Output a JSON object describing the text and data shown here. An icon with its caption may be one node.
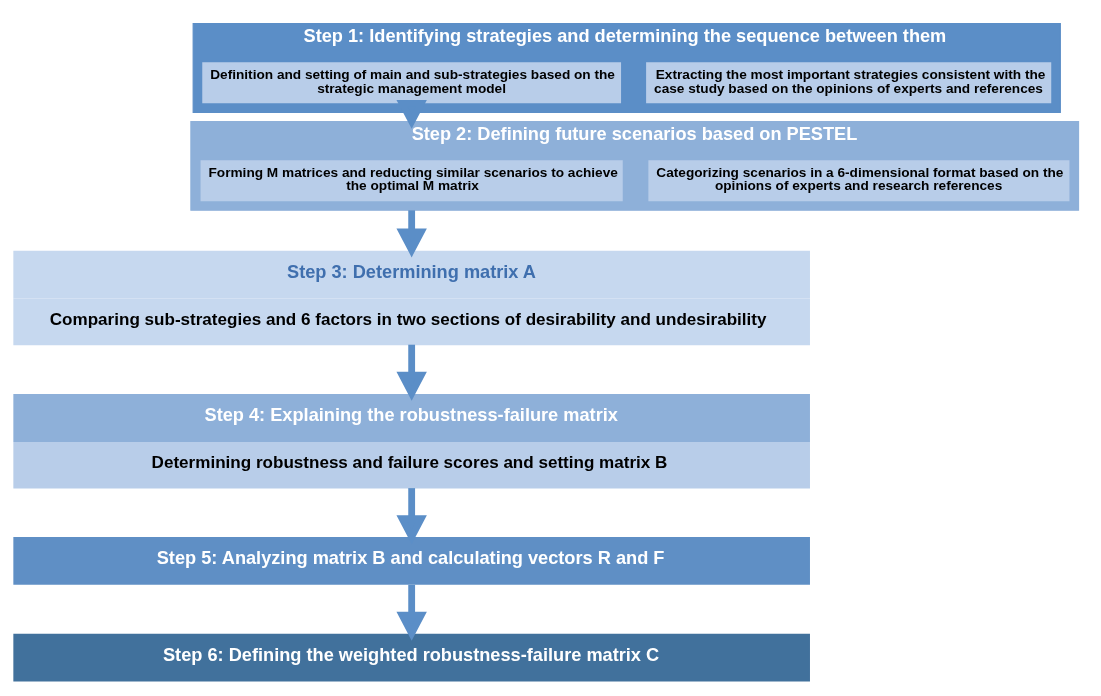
{
  "diagram": {
    "nodes": [
      {
        "text": [
          "Step 1: Identifying strategies and determining the sequence between them"
        ]
      },
      {
        "text": [
          "Definition and setting of main and sub-strategies based on the strategic management model"
        ],
        "in": 0
      },
      {
        "text": [
          "Extracting the most important strategies consistent with the case study based on the opinions of experts and references"
        ],
        "in": 0
      },
      {
        "text": [
          "Step 2: Defining future scenarios based on PESTEL"
        ]
      },
      {
        "text": [
          "Forming M matrices and reducting similar scenarios to achieve the optimal M matrix"
        ],
        "in": 3
      },
      {
        "text": [
          "Categorizing scenarios in a 6-dimensional format based on the opinions of experts and research references"
        ],
        "in": 3
      },
      {
        "text": [
          "Step 3: Determining matrix A",
          "Comparing sub-strategies and 6 factors in two sections of desirability and undesirability"
        ]
      },
      {
        "text": [
          "Step 4: Explaining the robustness-failure matrix",
          "Determining robustness and failure scores and setting matrix B"
        ]
      },
      {
        "text": [
          "Step 5: Analyzing matrix B and calculating vectors R and F"
        ]
      },
      {
        "text": [
          "Step 6: Defining the weighted robustness-failure matrix C"
        ]
      }
    ],
    "edges": [
      {
        "from": 0,
        "to": 3,
        "arrow": "to"
      },
      {
        "from": 3,
        "to": 6,
        "arrow": "to"
      },
      {
        "from": 6,
        "to": 7,
        "arrow": "to"
      },
      {
        "from": 7,
        "to": 8,
        "arrow": "to"
      },
      {
        "from": 8,
        "to": 9,
        "arrow": "to"
      }
    ]
  }
}
